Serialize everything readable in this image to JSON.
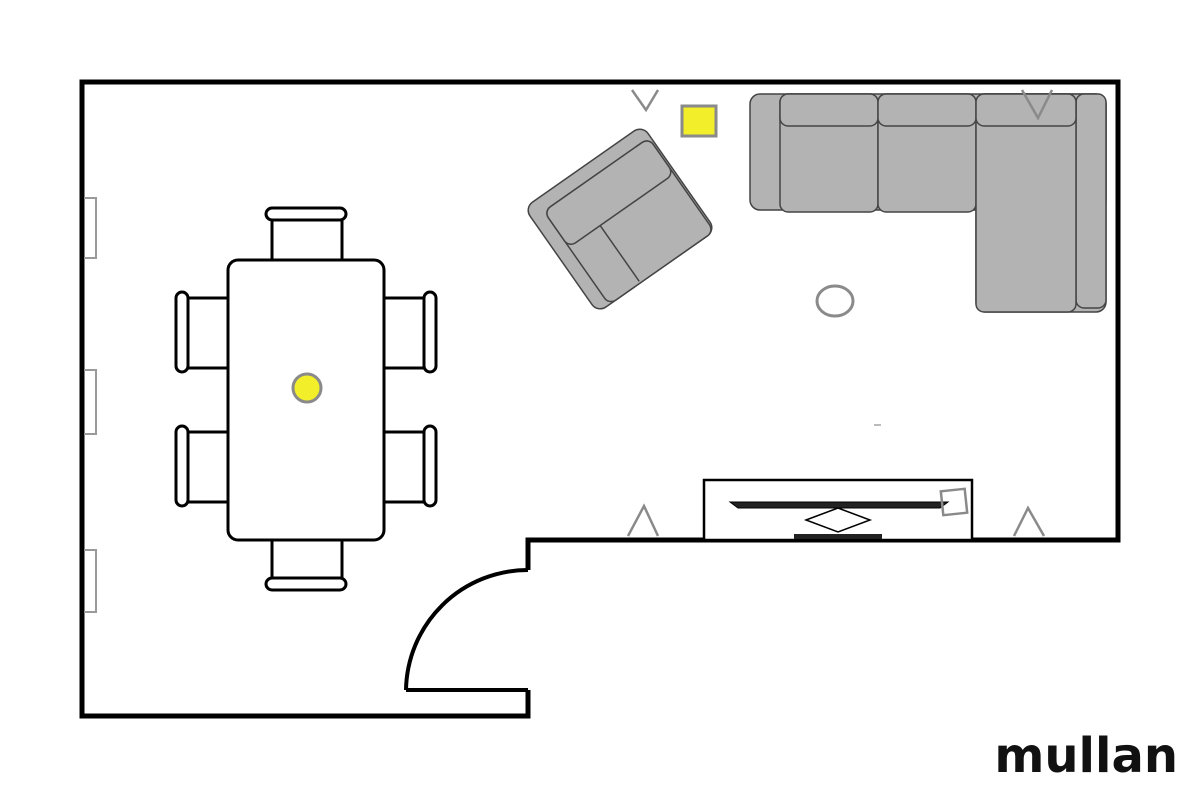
{
  "brand": {
    "text": "mullan",
    "color": "#111111"
  },
  "colors": {
    "wall": "#000000",
    "sofa_fill": "#b3b3b3",
    "sofa_stroke": "#444444",
    "light_fill": "#f2ee2a",
    "fixture_stroke": "#8a8a8a",
    "furniture_fill": "#ffffff"
  },
  "elements": {
    "dining_table": {
      "seats": 6
    },
    "sectional_sofa": {
      "seat_cushions": 3
    },
    "armchair": {
      "count": 1
    },
    "tv_unit": {
      "count": 1
    },
    "wall_lights": {
      "count": 4
    },
    "ceiling_lights": {
      "count": 3
    },
    "window_markers": {
      "count": 3
    }
  }
}
